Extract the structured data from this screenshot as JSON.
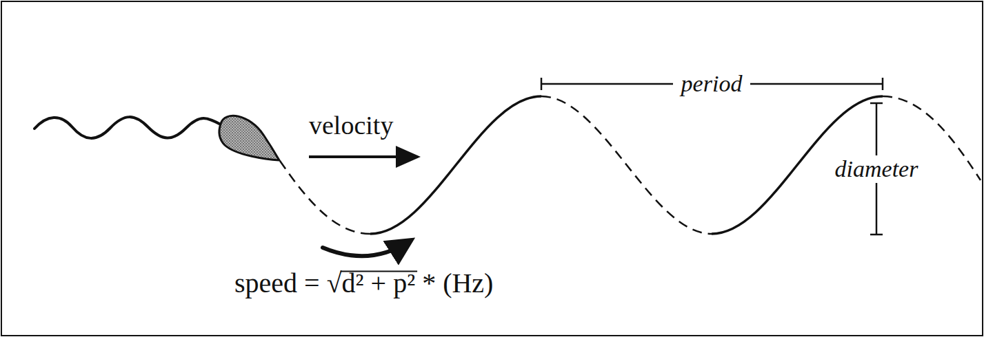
{
  "diagram": {
    "labels": [
      "velocity",
      "period",
      "diameter",
      "speed = √d² + p² * (Hz)"
    ]
  }
}
